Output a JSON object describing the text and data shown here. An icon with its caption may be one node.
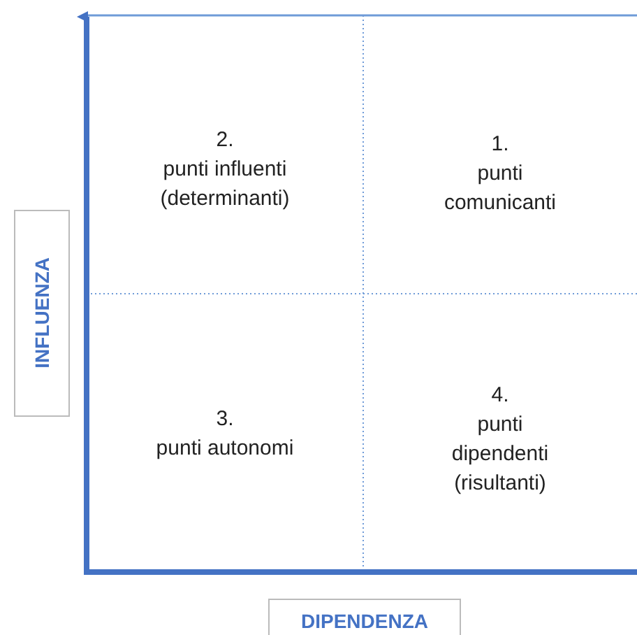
{
  "diagram": {
    "nodes": [
      {
        "text": [
          "2. punti influenti (determinanti)"
        ]
      },
      {
        "text": [
          "1. punti comunicanti"
        ]
      },
      {
        "text": [
          "3. punti autonomi"
        ]
      },
      {
        "text": [
          "4. punti dipendenti (risultanti)"
        ]
      },
      {
        "text": [
          "INFLUENZA"
        ]
      },
      {
        "text": [
          "DIPENDENZA"
        ]
      }
    ]
  }
}
